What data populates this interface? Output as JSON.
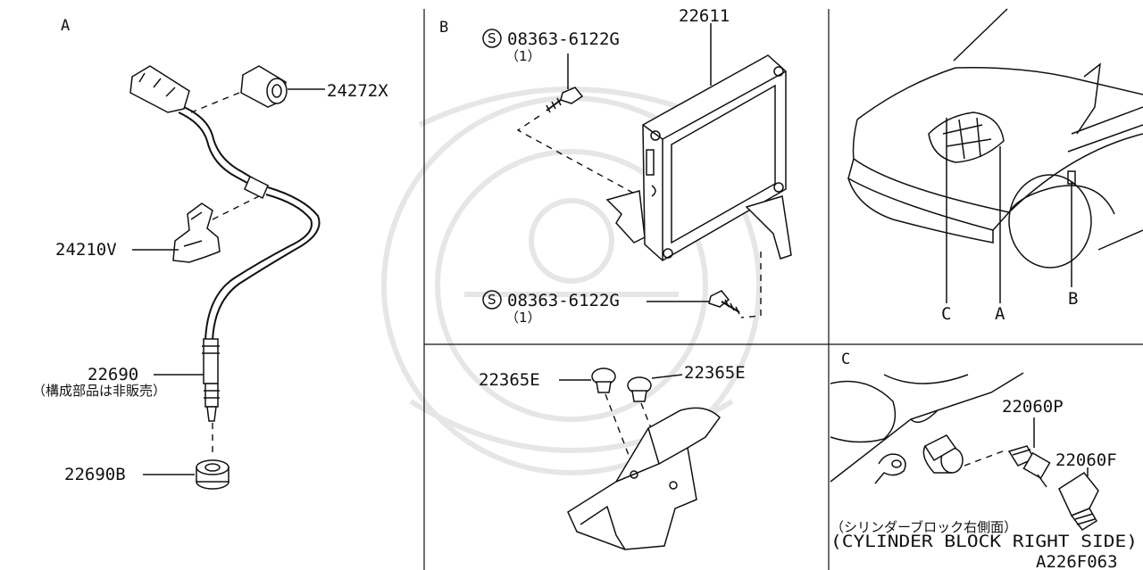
{
  "panels": {
    "a": "A",
    "b": "B",
    "c": "C"
  },
  "panel_a": {
    "p24272x": "24272X",
    "p24210v": "24210V",
    "p22690": "22690",
    "p22690_note": "（構成部品は非販売）",
    "p22690b": "22690B"
  },
  "panel_b": {
    "bolt_top_code": "08363-6122G",
    "bolt_top_qty": "（1）",
    "bolt_bottom_code": "08363-6122G",
    "bolt_bottom_qty": "（1）",
    "bolt_symbol": "S",
    "p22611": "22611"
  },
  "panel_car": {
    "callout_c": "C",
    "callout_a": "A",
    "callout_b": "B"
  },
  "panel_bottom_mid": {
    "clip_left": "22365E",
    "clip_right": "22365E"
  },
  "panel_c": {
    "p22060p": "22060P",
    "p22060f": "22060F",
    "note_jp": "（シリンダーブロック右側面）",
    "note_en": "(CYLINDER BLOCK RIGHT SIDE)"
  },
  "diagram_code": "A226F063"
}
